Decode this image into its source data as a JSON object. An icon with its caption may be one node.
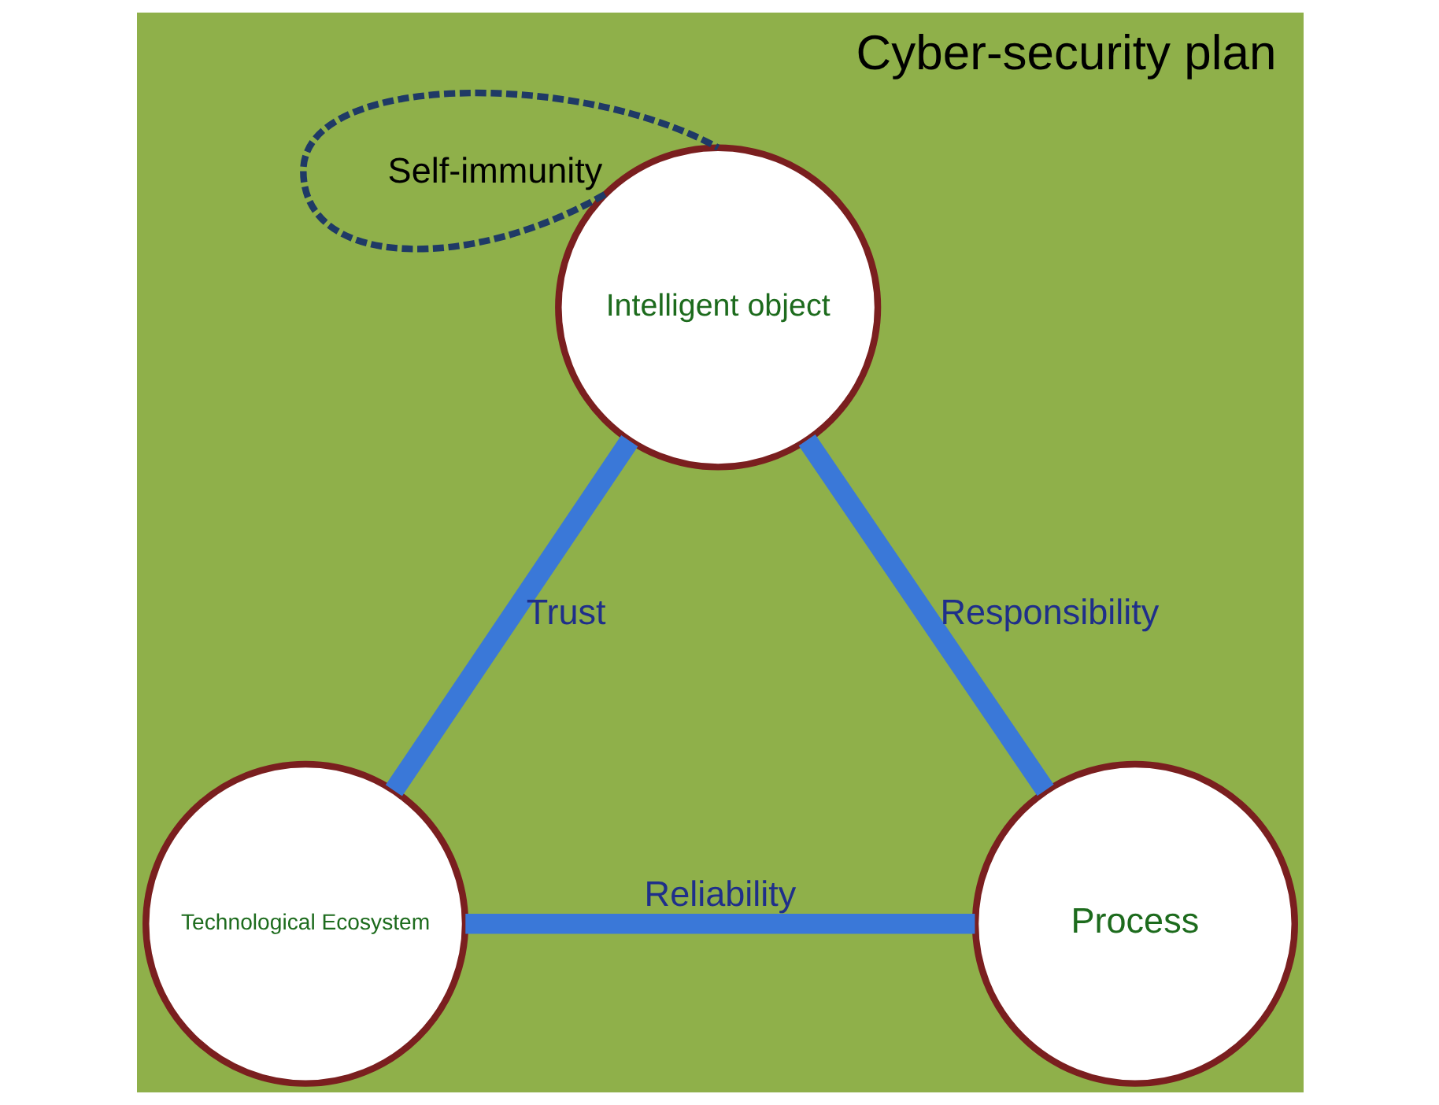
{
  "diagram": {
    "title": "Cyber-security plan",
    "nodes": [
      {
        "text": [
          "Intelligent object"
        ]
      },
      {
        "text": [
          "Technological Ecosystem"
        ]
      },
      {
        "text": [
          "Process"
        ]
      }
    ],
    "edges": [
      {
        "from": 0,
        "to": 0,
        "arrow": "none",
        "label": "Self-immunity",
        "style": "dashed",
        "color": "#1f3a66"
      },
      {
        "from": 1,
        "to": 0,
        "arrow": "none",
        "label": "Trust"
      },
      {
        "from": 0,
        "to": 2,
        "arrow": "none",
        "label": "Responsibility"
      },
      {
        "from": 1,
        "to": 2,
        "arrow": "none",
        "label": "Reliability"
      }
    ]
  }
}
